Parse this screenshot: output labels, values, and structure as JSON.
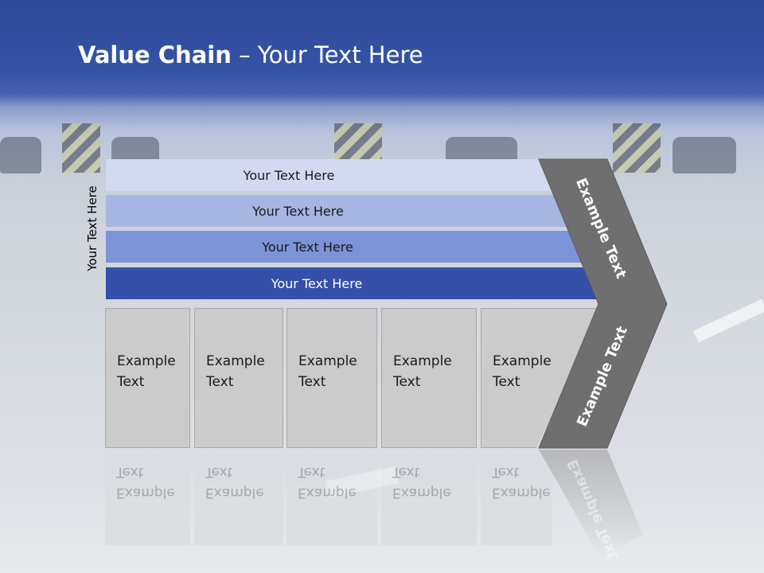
{
  "title": {
    "bold": "Value Chain",
    "rest": " – Your Text Here"
  },
  "side_label": "Your Text Here",
  "bars": [
    "Your Text Here",
    "Your Text Here",
    "Your Text Here",
    "Your Text Here"
  ],
  "boxes": [
    {
      "line1": "Example",
      "line2": "Text"
    },
    {
      "line1": "Example",
      "line2": "Text"
    },
    {
      "line1": "Example",
      "line2": "Text"
    },
    {
      "line1": "Example",
      "line2": "Text"
    },
    {
      "line1": "Example",
      "line2": "Text"
    }
  ],
  "chevron": {
    "upper": "Example Text",
    "lower": "Example Text"
  },
  "colors": {
    "header_blue": "#3654a6",
    "bar_1": "#d3daf0",
    "bar_2": "#a6b5e2",
    "bar_3": "#7b93d7",
    "bar_4": "#3450a8",
    "chevron_gray": "#6f6f6f",
    "box_gray": "#cbcbcb"
  }
}
